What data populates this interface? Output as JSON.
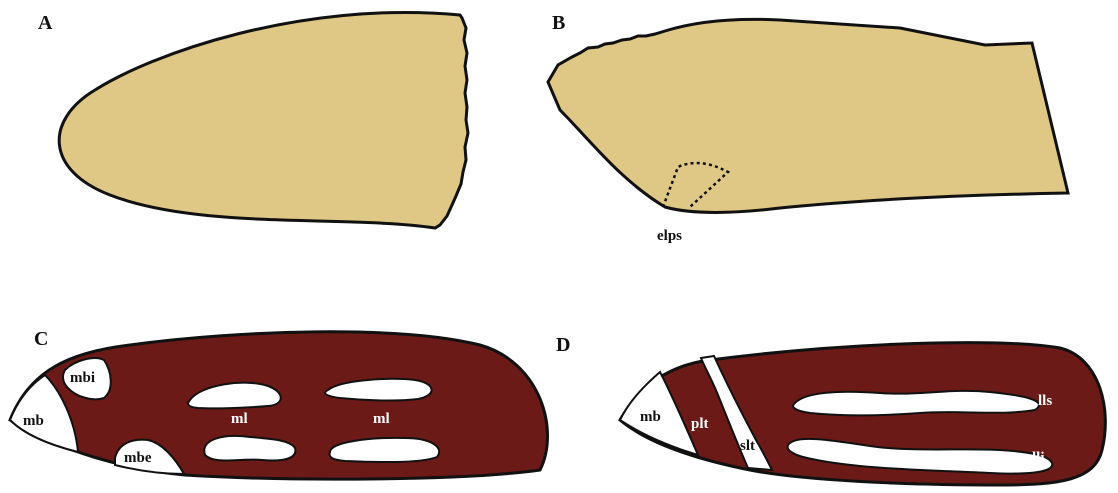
{
  "colors": {
    "wing_fill": "#dfc886",
    "pattern_dark": "#6b1a18",
    "outline": "#111111",
    "pale_area": "#ffffff"
  },
  "panels": {
    "a": {
      "label": "A"
    },
    "b": {
      "label": "B",
      "annotation": "elps"
    },
    "c": {
      "label": "C",
      "areas": {
        "mb": "mb",
        "mbi": "mbi",
        "mbe": "mbe",
        "ml_1": "ml",
        "ml_2": "ml"
      }
    },
    "d": {
      "label": "D",
      "areas": {
        "mb": "mb",
        "plt": "plt",
        "slt": "slt",
        "lls": "lls",
        "lli": "lli"
      }
    }
  }
}
